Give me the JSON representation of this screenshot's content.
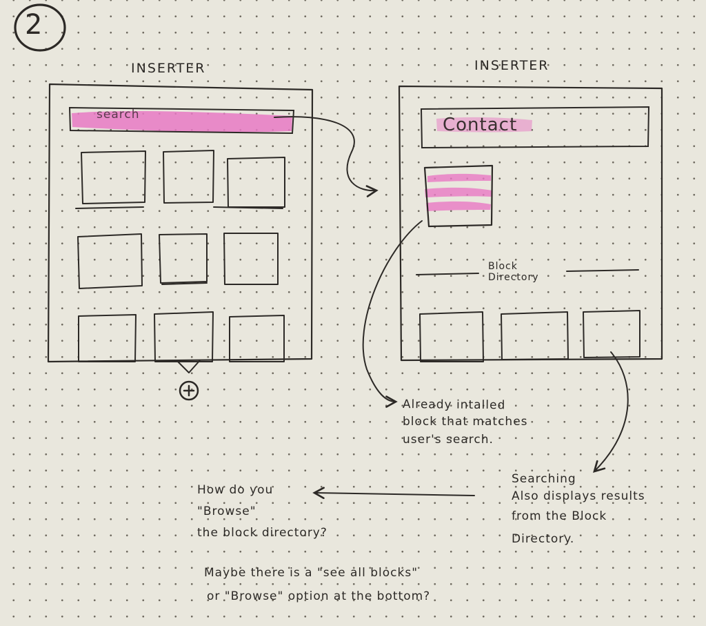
{
  "page_number": "2",
  "left_panel": {
    "title": "INSERTER",
    "search_placeholder": "search"
  },
  "right_panel": {
    "title": "INSERTER",
    "search_value": "Contact",
    "divider_label": "Block\nDirectory"
  },
  "annotations": {
    "installed_block": [
      "Already intalled",
      "block that matches",
      "user's search."
    ],
    "searching": [
      "Searching",
      "Also displays results",
      "from the Block",
      "Directory."
    ],
    "browse_question": [
      "How do you",
      "\"Browse\"",
      "the block directory?"
    ],
    "maybe": [
      "Maybe there is a \"see all blocks\"",
      "or \"Browse\" option at the bottom?"
    ]
  },
  "colors": {
    "paper": "#e9e7dd",
    "ink": "#2c2926",
    "highlighter": "#e879c4"
  }
}
